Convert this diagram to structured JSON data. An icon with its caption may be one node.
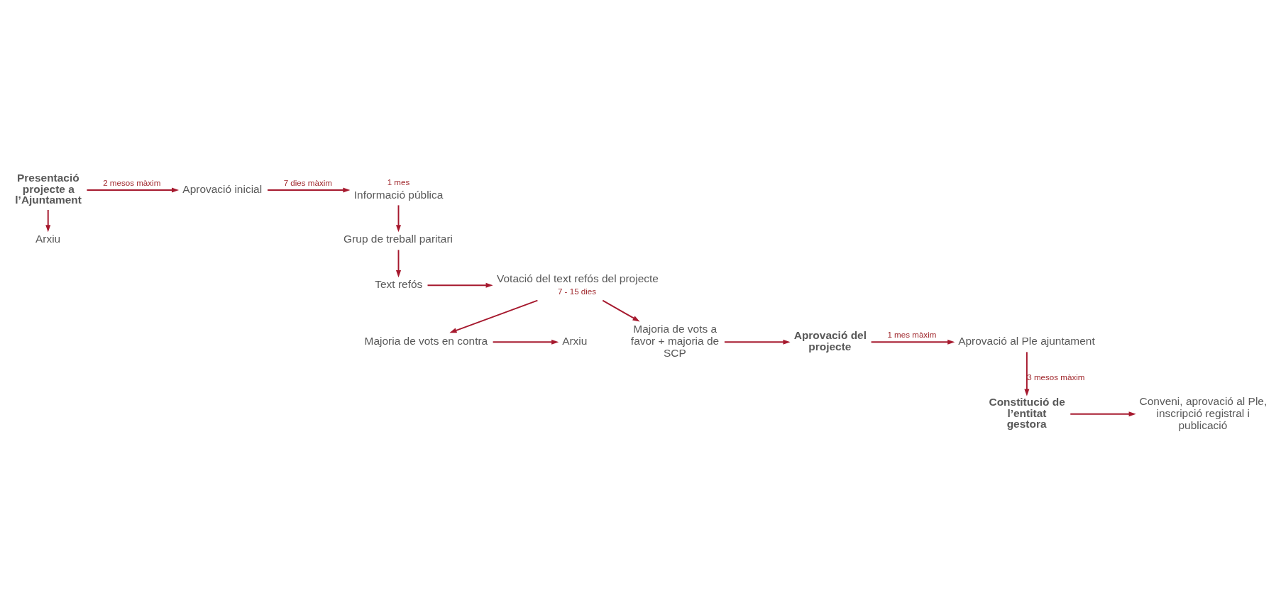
{
  "diagram": {
    "nodes": [
      {
        "text": [
          "Presentació projecte a l’Ajuntament"
        ]
      },
      {
        "text": [
          "Aprovació inicial"
        ]
      },
      {
        "text": [
          "Arxiu"
        ]
      },
      {
        "text": [
          "Informació pública"
        ],
        "beside": [
          "1 mes"
        ]
      },
      {
        "text": [
          "Grup de treball paritari"
        ]
      },
      {
        "text": [
          "Text refós"
        ]
      },
      {
        "text": [
          "Votació del text refós del projecte"
        ],
        "beside": [
          "7 - 15 dies"
        ]
      },
      {
        "text": [
          "Majoria de vots en contra"
        ]
      },
      {
        "text": [
          "Arxiu"
        ]
      },
      {
        "text": [
          "Majoria de vots a favor + majoria de SCP"
        ]
      },
      {
        "text": [
          "Aprovació del projecte"
        ]
      },
      {
        "text": [
          "Aprovació al Ple ajuntament"
        ]
      },
      {
        "text": [
          "Constitució de l’entitat gestora"
        ]
      },
      {
        "text": [
          "Conveni, aprovació al Ple, inscripció registral i publicació"
        ]
      }
    ],
    "edges": [
      {
        "from": 0,
        "to": 1,
        "arrow": "to",
        "label": "2 mesos màxim"
      },
      {
        "from": 0,
        "to": 2,
        "arrow": "to"
      },
      {
        "from": 1,
        "to": 3,
        "arrow": "to",
        "label": "7 dies màxim"
      },
      {
        "from": 3,
        "to": 4,
        "arrow": "to"
      },
      {
        "from": 4,
        "to": 5,
        "arrow": "to"
      },
      {
        "from": 5,
        "to": 6,
        "arrow": "to"
      },
      {
        "from": 6,
        "to": 7,
        "arrow": "to"
      },
      {
        "from": 6,
        "to": 9,
        "arrow": "to"
      },
      {
        "from": 7,
        "to": 8,
        "arrow": "to"
      },
      {
        "from": 9,
        "to": 10,
        "arrow": "to"
      },
      {
        "from": 10,
        "to": 11,
        "arrow": "to",
        "label": "1 mes màxim"
      },
      {
        "from": 11,
        "to": 12,
        "arrow": "to",
        "label": "3 mesos màxim"
      },
      {
        "from": 12,
        "to": 13,
        "arrow": "to"
      }
    ]
  }
}
